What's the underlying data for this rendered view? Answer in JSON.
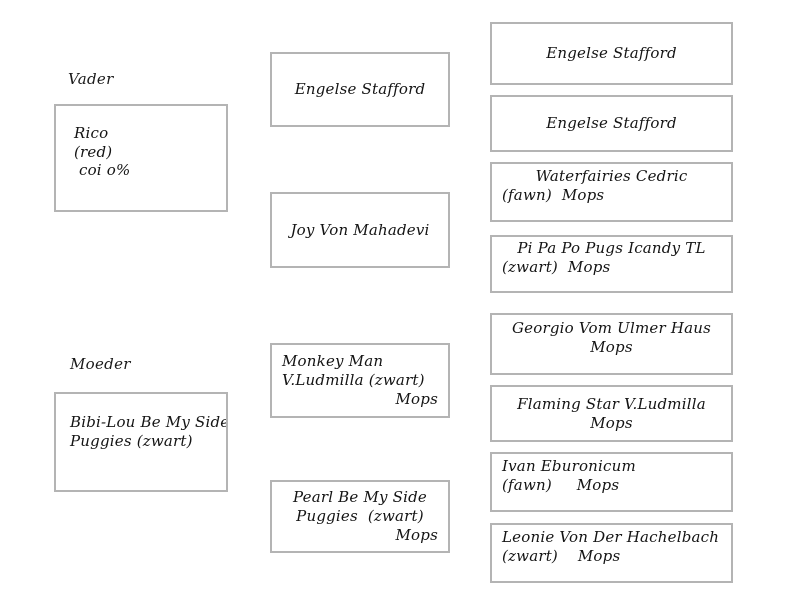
{
  "chart_title": "",
  "labels": {
    "sire": "Vader",
    "dam": "Moeder"
  },
  "generation1": [
    {
      "id": "sire",
      "lines": [
        "Rico",
        "(red)",
        " coi o%"
      ]
    },
    {
      "id": "dam",
      "lines": [
        "Bibi-Lou Be My Side",
        "Puggies (zwart)"
      ]
    }
  ],
  "generation2": [
    {
      "id": "sire-sire",
      "lines": [
        "Engelse Stafford"
      ]
    },
    {
      "id": "sire-dam",
      "lines": [
        "Joy Von Mahadevi"
      ]
    },
    {
      "id": "dam-sire",
      "lines": [
        "Monkey Man",
        "V.Ludmilla (zwart)",
        "Mops"
      ]
    },
    {
      "id": "dam-dam",
      "lines": [
        "Pearl Be My Side",
        "Puggies  (zwart)",
        "Mops"
      ]
    }
  ],
  "generation3": [
    {
      "id": "sire-sire-sire",
      "lines": [
        "Engelse Stafford"
      ]
    },
    {
      "id": "sire-sire-dam",
      "lines": [
        "Engelse Stafford"
      ]
    },
    {
      "id": "sire-dam-sire",
      "lines": [
        "Waterfairies Cedric",
        "(fawn)  Mops"
      ]
    },
    {
      "id": "sire-dam-dam",
      "lines": [
        "Pi Pa Po Pugs Icandy TL",
        "(zwart)  Mops"
      ]
    },
    {
      "id": "dam-sire-sire",
      "lines": [
        "Georgio Vom Ulmer Haus",
        "Mops"
      ]
    },
    {
      "id": "dam-sire-dam",
      "lines": [
        "Flaming Star V.Ludmilla",
        "Mops"
      ]
    },
    {
      "id": "dam-dam-sire",
      "lines": [
        "Ivan Eburonicum",
        "(fawn)     Mops"
      ]
    },
    {
      "id": "dam-dam-dam",
      "lines": [
        "Leonie Von Der Hachelbach",
        "(zwart)    Mops"
      ]
    }
  ],
  "colors": {
    "box_border": "#b4b4b4",
    "text": "#141414",
    "background": "#ffffff"
  }
}
